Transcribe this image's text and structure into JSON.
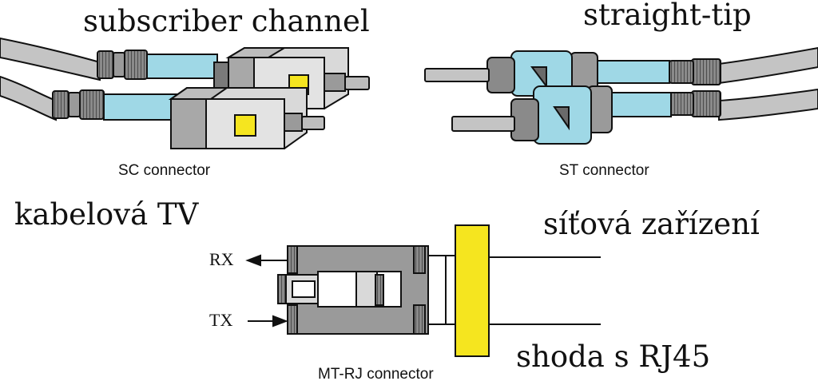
{
  "labels": {
    "sc_title": "subscriber channel",
    "st_title": "straight-tip",
    "sc_caption": "SC connector",
    "st_caption": "ST connector",
    "catv": "kabelová TV",
    "network": "síťová zařízení",
    "rj45": "shoda s RJ45",
    "mtrj_caption": "MT-RJ connector",
    "rx": "RX",
    "tx": "TX"
  },
  "colors": {
    "cable": "#c4c4c4",
    "boot": "#9fd8e6",
    "housing": "#d9d9d9",
    "dark": "#7a7a7a",
    "ferrule": "#b8b8b8",
    "yellow": "#f5e51f",
    "outline": "#111111"
  }
}
